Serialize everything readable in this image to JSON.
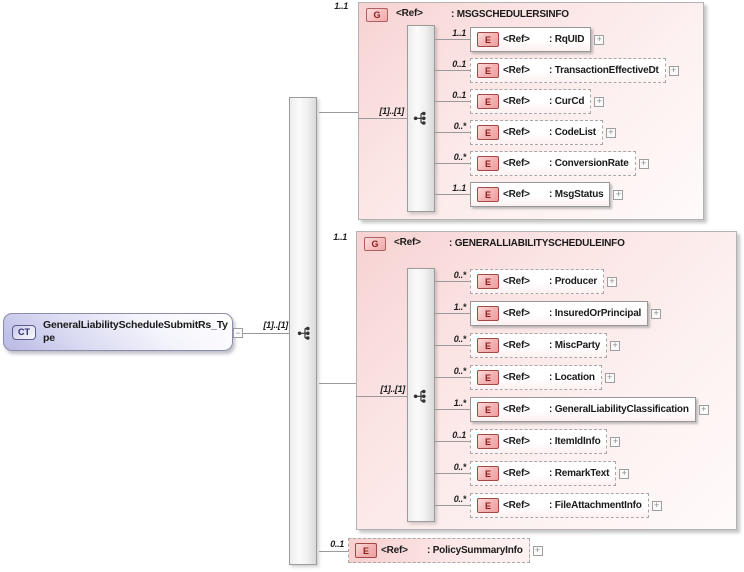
{
  "icons": {
    "expand": "+",
    "collapse": "−"
  },
  "root": {
    "badge": "CT",
    "name": "GeneralLiabilityScheduleSubmitRs_Type",
    "occurrence": "[1]..[1]"
  },
  "groups": [
    {
      "occurrence": "1..1",
      "badge": "G",
      "ref": "<Ref>",
      "name": ": MSGSCHEDULERSINFO",
      "inner_occurrence": "[1]..[1]",
      "elements": [
        {
          "occurrence": "1..1",
          "badge": "E",
          "ref": "<Ref>",
          "name": ": RqUID"
        },
        {
          "occurrence": "0..1",
          "badge": "E",
          "ref": "<Ref>",
          "name": ": TransactionEffectiveDt"
        },
        {
          "occurrence": "0..1",
          "badge": "E",
          "ref": "<Ref>",
          "name": ": CurCd"
        },
        {
          "occurrence": "0..*",
          "badge": "E",
          "ref": "<Ref>",
          "name": ": CodeList"
        },
        {
          "occurrence": "0..*",
          "badge": "E",
          "ref": "<Ref>",
          "name": ": ConversionRate"
        },
        {
          "occurrence": "1..1",
          "badge": "E",
          "ref": "<Ref>",
          "name": ": MsgStatus"
        }
      ]
    },
    {
      "occurrence": "1..1",
      "badge": "G",
      "ref": "<Ref>",
      "name": ": GENERALLIABILITYSCHEDULEINFO",
      "inner_occurrence": "[1]..[1]",
      "elements": [
        {
          "occurrence": "0..*",
          "badge": "E",
          "ref": "<Ref>",
          "name": ": Producer"
        },
        {
          "occurrence": "1..*",
          "badge": "E",
          "ref": "<Ref>",
          "name": ": InsuredOrPrincipal"
        },
        {
          "occurrence": "0..*",
          "badge": "E",
          "ref": "<Ref>",
          "name": ": MiscParty"
        },
        {
          "occurrence": "0..*",
          "badge": "E",
          "ref": "<Ref>",
          "name": ": Location"
        },
        {
          "occurrence": "1..*",
          "badge": "E",
          "ref": "<Ref>",
          "name": ": GeneralLiabilityClassification"
        },
        {
          "occurrence": "0..1",
          "badge": "E",
          "ref": "<Ref>",
          "name": ": ItemIdInfo"
        },
        {
          "occurrence": "0..*",
          "badge": "E",
          "ref": "<Ref>",
          "name": ": RemarkText"
        },
        {
          "occurrence": "0..*",
          "badge": "E",
          "ref": "<Ref>",
          "name": ": FileAttachmentInfo"
        }
      ]
    }
  ],
  "loose_elements": [
    {
      "occurrence": "0..1",
      "badge": "E",
      "ref": "<Ref>",
      "name": ": PolicySummaryInfo"
    }
  ]
}
